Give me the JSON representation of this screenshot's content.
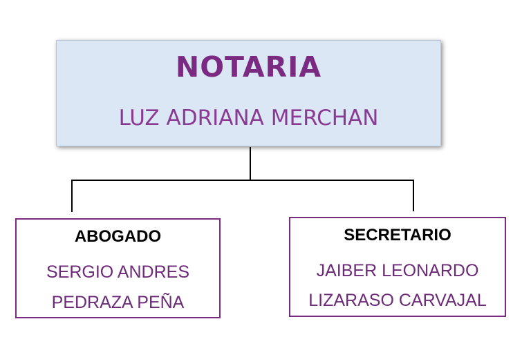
{
  "top": {
    "title": "NOTARIA",
    "name": "LUZ ADRIANA MERCHAN"
  },
  "children": [
    {
      "role": "ABOGADO",
      "name_line1": "SERGIO ANDRES",
      "name_line2": "PEDRAZA PEÑA"
    },
    {
      "role": "SECRETARIO",
      "name_line1": "JAIBER LEONARDO",
      "name_line2": "LIZARASO CARVAJAL"
    }
  ],
  "colors": {
    "top_fill": "#dbe7f5",
    "accent_purple": "#7b2a82",
    "connector": "#000000"
  }
}
